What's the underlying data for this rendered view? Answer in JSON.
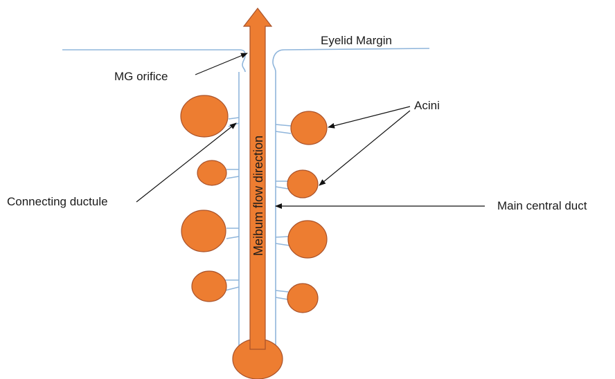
{
  "labels": {
    "eyelid_margin": "Eyelid Margin",
    "mg_orifice": "MG orifice",
    "acini": "Acini",
    "connecting_ductule": "Connecting ductule",
    "main_central_duct": "Main central duct",
    "flow_direction": "Meibum flow direction"
  },
  "colors": {
    "acinus_fill": "#ED7D31",
    "acinus_stroke": "#A9522A",
    "duct_line": "#8FB5DB",
    "arrow_fill": "#ED7D31",
    "pointer_line": "#111111",
    "text": "#1a1a1a"
  }
}
